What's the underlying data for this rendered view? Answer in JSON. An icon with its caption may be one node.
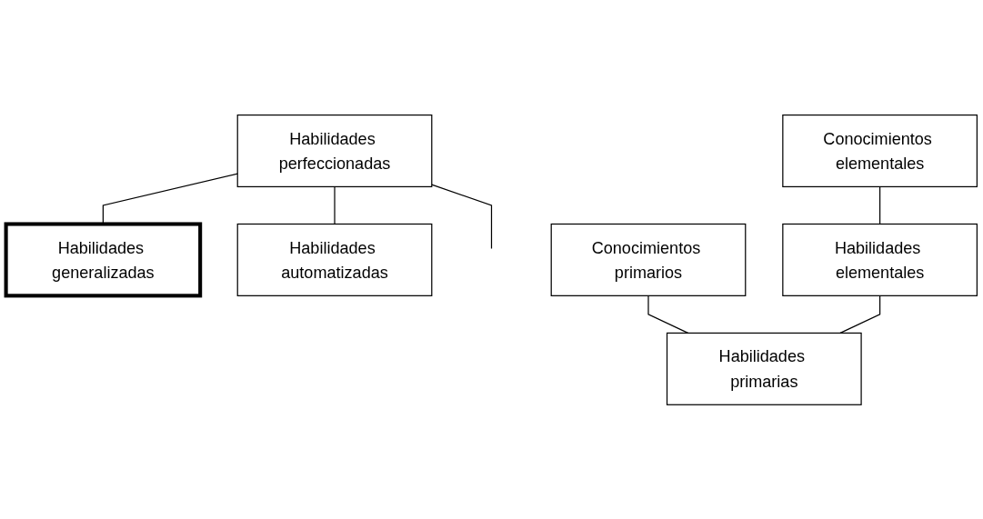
{
  "diagram": {
    "nodes": [
      {
        "text": [
          "Habilidades generalizadas"
        ]
      },
      {
        "text": [
          "Habilidades perfeccionadas"
        ]
      },
      {
        "text": [
          "Habilidades automatizadas"
        ]
      },
      {
        "text": [
          "Conocimientos elementales"
        ]
      },
      {
        "text": [
          "Habilidades elementales"
        ]
      },
      {
        "text": [
          "Conocimientos primarios"
        ]
      },
      {
        "text": [
          "Habilidades primarias"
        ]
      }
    ],
    "edges": [
      {
        "from": 1,
        "to": 0,
        "arrow": "none"
      },
      {
        "from": 1,
        "to": 2,
        "arrow": "none"
      },
      {
        "from": 1,
        "to": null,
        "arrow": "none"
      },
      {
        "from": 3,
        "to": 4,
        "arrow": "none"
      },
      {
        "from": 4,
        "to": 6,
        "arrow": "none"
      },
      {
        "from": 5,
        "to": 6,
        "arrow": "none"
      }
    ]
  }
}
